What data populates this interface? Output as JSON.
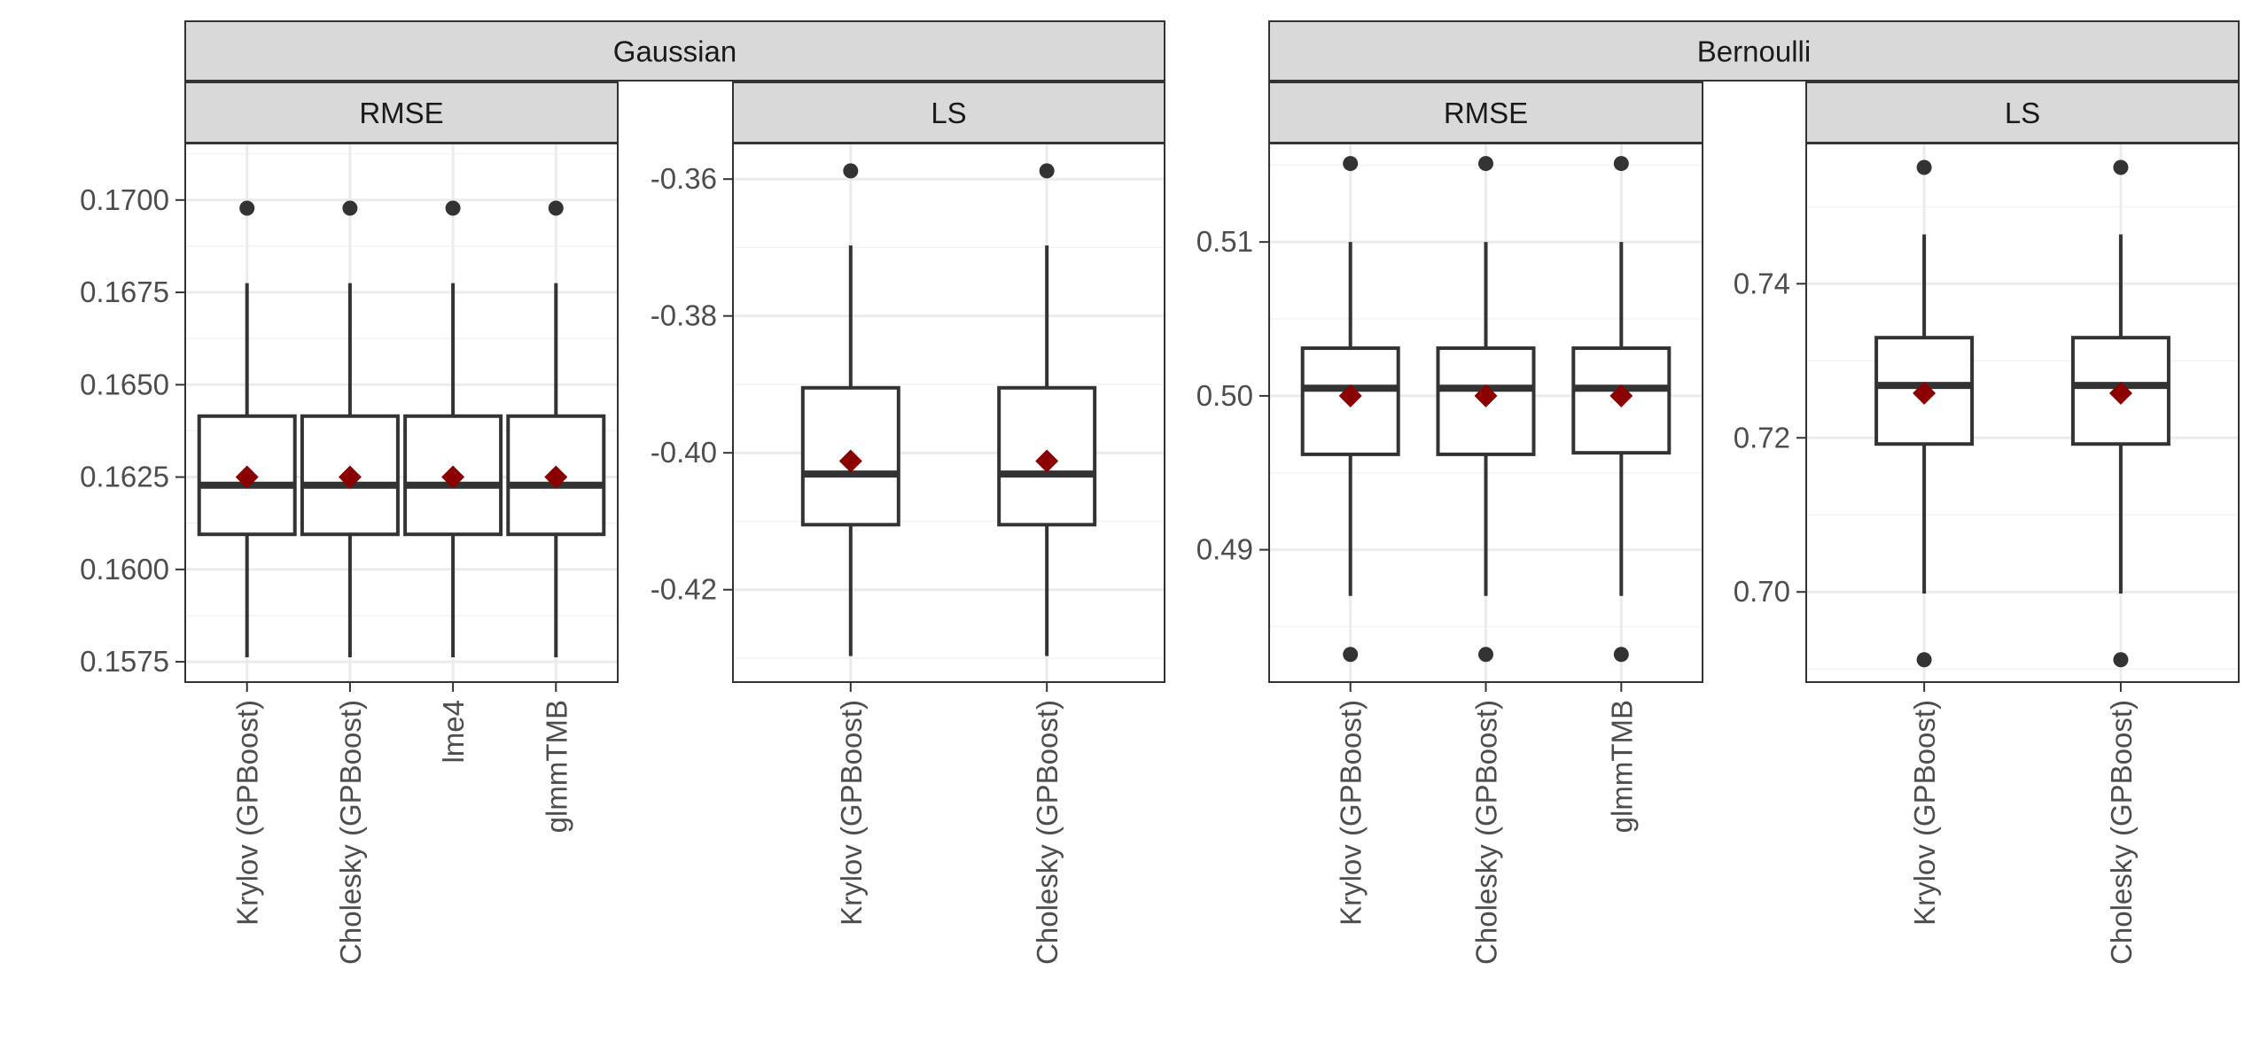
{
  "chart_data": {
    "type": "boxplot",
    "mean_marker_color": "#8b0000",
    "groups": [
      {
        "name": "Gaussian",
        "panels": [
          {
            "name": "RMSE",
            "ylim": [
              0.15695,
              0.17153
            ],
            "yticks": [
              0.1575,
              0.16,
              0.1625,
              0.165,
              0.1675,
              0.17
            ],
            "ytick_labels": [
              "0.1575",
              "0.1600",
              "0.1625",
              "0.1650",
              "0.1675",
              "0.1700"
            ],
            "categories": [
              "Krylov (GPBoost)",
              "Cholesky (GPBoost)",
              "lme4",
              "glmmTMB"
            ],
            "boxes": [
              {
                "low": 0.15762,
                "q1": 0.16095,
                "median": 0.16228,
                "q3": 0.16415,
                "high": 0.16775,
                "mean": 0.1625,
                "outliers": [
                  0.16978
                ]
              },
              {
                "low": 0.15762,
                "q1": 0.16095,
                "median": 0.16228,
                "q3": 0.16415,
                "high": 0.16775,
                "mean": 0.1625,
                "outliers": [
                  0.16978
                ]
              },
              {
                "low": 0.15762,
                "q1": 0.16095,
                "median": 0.16228,
                "q3": 0.16415,
                "high": 0.16775,
                "mean": 0.1625,
                "outliers": [
                  0.16978
                ]
              },
              {
                "low": 0.15762,
                "q1": 0.16095,
                "median": 0.16228,
                "q3": 0.16415,
                "high": 0.16775,
                "mean": 0.1625,
                "outliers": [
                  0.16978
                ]
              }
            ]
          },
          {
            "name": "LS",
            "ylim": [
              -0.4335,
              -0.3548
            ],
            "yticks": [
              -0.42,
              -0.4,
              -0.38,
              -0.36
            ],
            "ytick_labels": [
              "-0.42",
              "-0.40",
              "-0.38",
              "-0.36"
            ],
            "categories": [
              "Krylov (GPBoost)",
              "Cholesky (GPBoost)"
            ],
            "boxes": [
              {
                "low": -0.4297,
                "q1": -0.4105,
                "median": -0.4031,
                "q3": -0.3905,
                "high": -0.3697,
                "mean": -0.4012,
                "outliers": [
                  -0.3588
                ]
              },
              {
                "low": -0.4297,
                "q1": -0.4105,
                "median": -0.4031,
                "q3": -0.3905,
                "high": -0.3697,
                "mean": -0.4012,
                "outliers": [
                  -0.3588
                ]
              }
            ]
          }
        ]
      },
      {
        "name": "Bernoulli",
        "panels": [
          {
            "name": "RMSE",
            "ylim": [
              0.4814,
              0.5164
            ],
            "yticks": [
              0.49,
              0.5,
              0.51
            ],
            "ytick_labels": [
              "0.49",
              "0.50",
              "0.51"
            ],
            "categories": [
              "Krylov (GPBoost)",
              "Cholesky (GPBoost)",
              "glmmTMB"
            ],
            "boxes": [
              {
                "low": 0.487,
                "q1": 0.4962,
                "median": 0.5005,
                "q3": 0.5031,
                "high": 0.51,
                "mean": 0.5,
                "outliers": [
                  0.4832,
                  0.5151
                ]
              },
              {
                "low": 0.487,
                "q1": 0.4962,
                "median": 0.5005,
                "q3": 0.5031,
                "high": 0.51,
                "mean": 0.5,
                "outliers": [
                  0.4832,
                  0.5151
                ]
              },
              {
                "low": 0.487,
                "q1": 0.4963,
                "median": 0.5005,
                "q3": 0.5031,
                "high": 0.51,
                "mean": 0.5,
                "outliers": [
                  0.4832,
                  0.5151
                ]
              }
            ]
          },
          {
            "name": "LS",
            "ylim": [
              0.6883,
              0.7582
            ],
            "yticks": [
              0.7,
              0.72,
              0.74
            ],
            "ytick_labels": [
              "0.70",
              "0.72",
              "0.74"
            ],
            "categories": [
              "Krylov (GPBoost)",
              "Cholesky (GPBoost)"
            ],
            "boxes": [
              {
                "low": 0.6998,
                "q1": 0.7192,
                "median": 0.7268,
                "q3": 0.733,
                "high": 0.7464,
                "mean": 0.7258,
                "outliers": [
                  0.6912,
                  0.7551
                ]
              },
              {
                "low": 0.6998,
                "q1": 0.7192,
                "median": 0.7268,
                "q3": 0.733,
                "high": 0.7464,
                "mean": 0.7258,
                "outliers": [
                  0.6912,
                  0.7551
                ]
              }
            ]
          }
        ]
      }
    ]
  }
}
